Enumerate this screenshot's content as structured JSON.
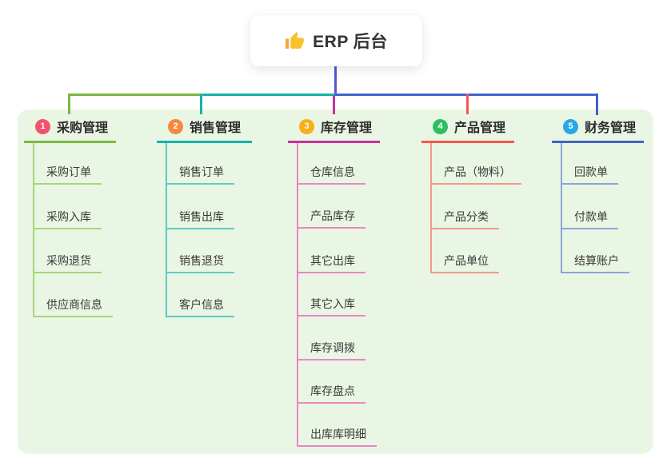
{
  "root": {
    "title": "ERP 后台",
    "icon": "thumbs-up"
  },
  "branches": [
    {
      "index": "1",
      "title": "采购管理",
      "badge_color": "#f4516c",
      "line_color": "#7bb842",
      "child_line_color": "#a9d57b",
      "children": [
        "采购订单",
        "采购入库",
        "采购退货",
        "供应商信息"
      ]
    },
    {
      "index": "2",
      "title": "销售管理",
      "badge_color": "#f6883e",
      "line_color": "#14b3a7",
      "child_line_color": "#5eccc3",
      "children": [
        "销售订单",
        "销售出库",
        "销售退货",
        "客户信息"
      ]
    },
    {
      "index": "3",
      "title": "库存管理",
      "badge_color": "#fbae17",
      "line_color": "#ca2f9f",
      "child_line_color": "#ea85c8",
      "children": [
        "仓库信息",
        "产品库存",
        "其它出库",
        "其它入库",
        "库存调拨",
        "库存盘点",
        "出库库明细"
      ]
    },
    {
      "index": "4",
      "title": "产品管理",
      "badge_color": "#2dbe60",
      "line_color": "#f6564f",
      "child_line_color": "#f9948d",
      "children": [
        "产品（物料）",
        "产品分类",
        "产品单位"
      ]
    },
    {
      "index": "5",
      "title": "财务管理",
      "badge_color": "#28a7e8",
      "line_color": "#3f63c9",
      "child_line_color": "#8da3d8",
      "children": [
        "回款单",
        "付款单",
        "结算账户"
      ]
    }
  ],
  "colors": {
    "canvas_background": "#ffffff",
    "panel_background": "#e9f6e3",
    "root_connector": "#5459ce",
    "trunk_connector": "#4365cb"
  }
}
